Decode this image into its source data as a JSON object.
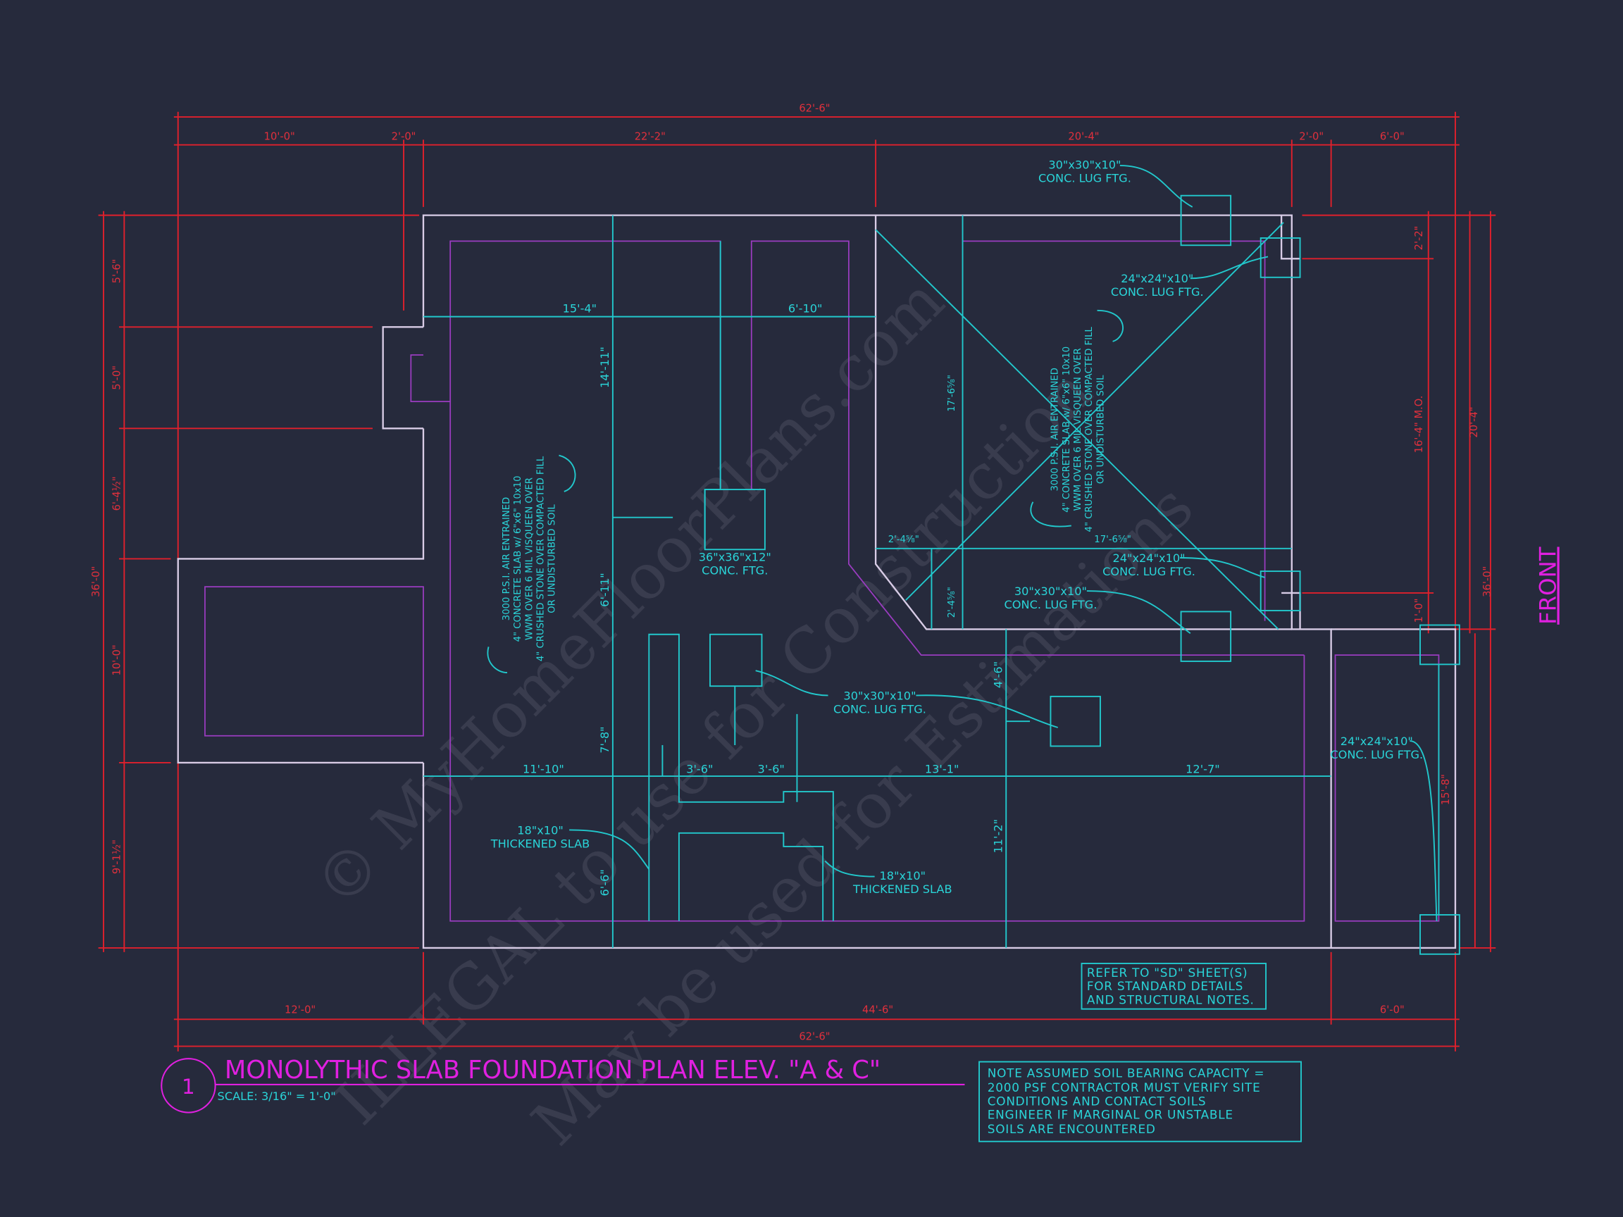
{
  "dimensions": {
    "top_overall": "62'-6\"",
    "top": [
      "10'-0\"",
      "2'-0\"",
      "22'-2\"",
      "20'-4\"",
      "2'-0\"",
      "6'-0\""
    ],
    "bottom": [
      "12'-0\"",
      "44'-6\"",
      "6'-0\""
    ],
    "bottom_overall": "62'-6\"",
    "left_overall": "36'-0\"",
    "left": [
      "5'-6\"",
      "5'-0\"",
      "6'-4½\"",
      "10'-0\"",
      "9'-1½\""
    ],
    "right": [
      "2'-2\"",
      "16'-4\" M.O.",
      "1'-0\"",
      "15'-8\""
    ],
    "right_mid": "20'-4\"",
    "right_overall": "36'-0\"",
    "interior": {
      "d1": "15'-4\"",
      "d2": "6'-10\"",
      "d3": "14'-11\"",
      "d4": "6'-11\"",
      "d5": "7'-8\"",
      "d6": "6'-6\"",
      "d7": "11'-10\"",
      "d8": "3'-6\"",
      "d9": "3'-6\"",
      "d10": "13'-1\"",
      "d11": "12'-7\"",
      "d12": "4'-6\"",
      "d13": "11'-2\"",
      "d14": "17'-6⅝\"",
      "d15": "17'-6⅝\"",
      "d16": "2'-4⅝\"",
      "d17": "2'-4⅝\""
    }
  },
  "labels": {
    "front": "FRONT",
    "lug30_a": [
      "30\"x30\"x10\"",
      "CONC. LUG FTG."
    ],
    "lug24_a": [
      "24\"x24\"x10\"",
      "CONC. LUG FTG."
    ],
    "lug24_b": [
      "24\"x24\"x10\"",
      "CONC. LUG FTG."
    ],
    "lug30_b": [
      "30\"x30\"x10\"",
      "CONC. LUG FTG."
    ],
    "lug30_c": [
      "30\"x30\"x10\"",
      "CONC. LUG FTG."
    ],
    "lug24_c": [
      "24\"x24\"x10\"",
      "CONC. LUG FTG."
    ],
    "ftg36": [
      "36\"x36\"x12\"",
      "CONC. FTG."
    ],
    "thick_a": [
      "18\"x10\"",
      "THICKENED SLAB"
    ],
    "thick_b": [
      "18\"x10\"",
      "THICKENED SLAB"
    ],
    "slab_note": [
      "3000 P.S.I. AIR ENTRAINED",
      "4\" CONCRETE SLAB w/ 6\"x6\" 10x10",
      "WWM OVER 6 MIL VISQUEEN OVER",
      "4\" CRUSHED STONE OVER COMPACTED FILL",
      "OR UNDISTURBED SOIL"
    ]
  },
  "notes": {
    "refer": [
      "REFER TO \"SD\" SHEET(S)",
      "FOR STANDARD DETAILS",
      "AND STRUCTURAL NOTES."
    ],
    "soil": [
      "NOTE ASSUMED SOIL BEARING CAPACITY =",
      "2000 PSF CONTRACTOR MUST VERIFY SITE",
      "CONDITIONS AND CONTACT SOILS",
      "ENGINEER IF MARGINAL OR UNSTABLE",
      "SOILS ARE ENCOUNTERED"
    ]
  },
  "title": {
    "number": "1",
    "text": "MONOLYTHIC SLAB FOUNDATION PLAN ELEV. \"A & C\"",
    "scale": "SCALE: 3/16\" = 1'-0\""
  },
  "watermarks": [
    "© MyHomeFloorPlans.com",
    "ILLEGAL to use for Construction",
    "May be used for Estimations"
  ],
  "colors": {
    "background": "#262a3c",
    "dimension": "#e0202c",
    "annotation": "#22c8cc",
    "title": "#e020e0",
    "wall": "#d8cce6",
    "slab_edge": "#9a3cc0"
  }
}
